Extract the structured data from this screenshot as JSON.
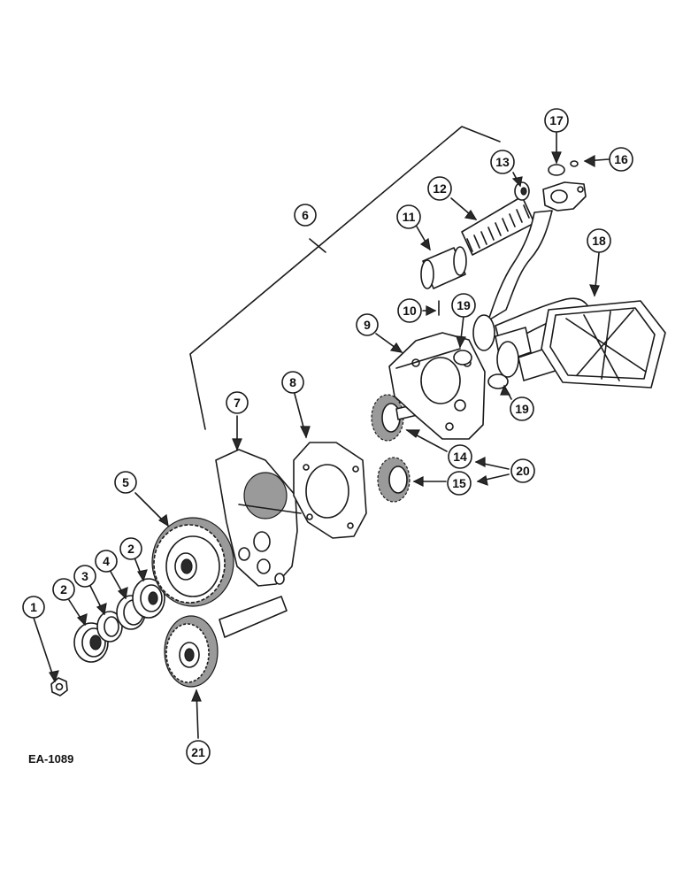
{
  "figure_code": "EA-1089",
  "callouts": {
    "c1": "1",
    "c2a": "2",
    "c2b": "2",
    "c3": "3",
    "c4": "4",
    "c5": "5",
    "c6": "6",
    "c7": "7",
    "c8": "8",
    "c9": "9",
    "c10": "10",
    "c11": "11",
    "c12": "12",
    "c13": "13",
    "c14": "14",
    "c15": "15",
    "c16": "16",
    "c17": "17",
    "c18": "18",
    "c19a": "19",
    "c19b": "19",
    "c20": "20",
    "c21": "21"
  }
}
